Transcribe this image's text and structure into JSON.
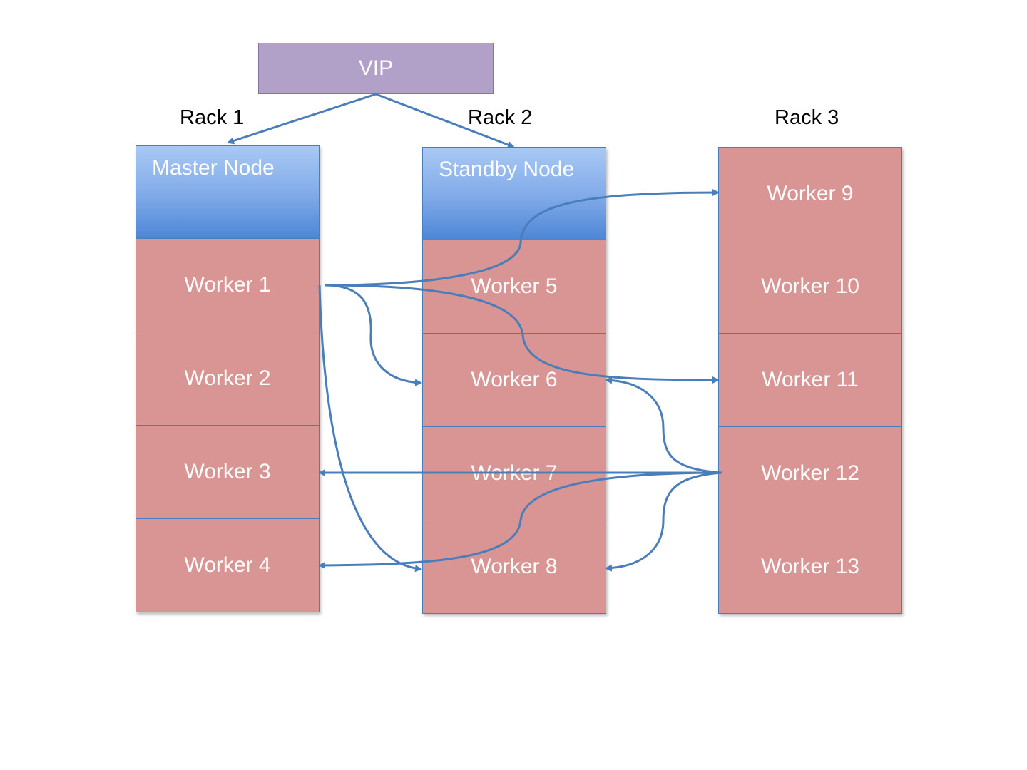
{
  "vip": {
    "label": "VIP"
  },
  "racks": [
    {
      "label": "Rack 1",
      "head": "Master Node",
      "workers": [
        "Worker 1",
        "Worker 2",
        "Worker 3",
        "Worker 4"
      ]
    },
    {
      "label": "Rack 2",
      "head": "Standby Node",
      "workers": [
        "Worker 5",
        "Worker 6",
        "Worker 7",
        "Worker 8"
      ]
    },
    {
      "label": "Rack 3",
      "head": "",
      "workers": [
        "Worker 9",
        "Worker 10",
        "Worker 11",
        "Worker 12",
        "Worker 13"
      ]
    }
  ],
  "colors": {
    "vip": "#b1a0c7",
    "node_head_top": "#a9c9f4",
    "node_head_bottom": "#4d86d6",
    "worker": "#d99594",
    "arrow": "#4a7ebb"
  },
  "connections": [
    {
      "from": "VIP",
      "to": "Master Node"
    },
    {
      "from": "VIP",
      "to": "Standby Node"
    },
    {
      "from": "Worker 1",
      "to": "Worker 6"
    },
    {
      "from": "Worker 1",
      "to": "Worker 8"
    },
    {
      "from": "Worker 1",
      "to": "Worker 9"
    },
    {
      "from": "Worker 1",
      "to": "Worker 11"
    },
    {
      "from": "Worker 12",
      "to": "Worker 3"
    },
    {
      "from": "Worker 12",
      "to": "Worker 4"
    },
    {
      "from": "Worker 12",
      "to": "Worker 6"
    },
    {
      "from": "Worker 12",
      "to": "Worker 8"
    }
  ]
}
